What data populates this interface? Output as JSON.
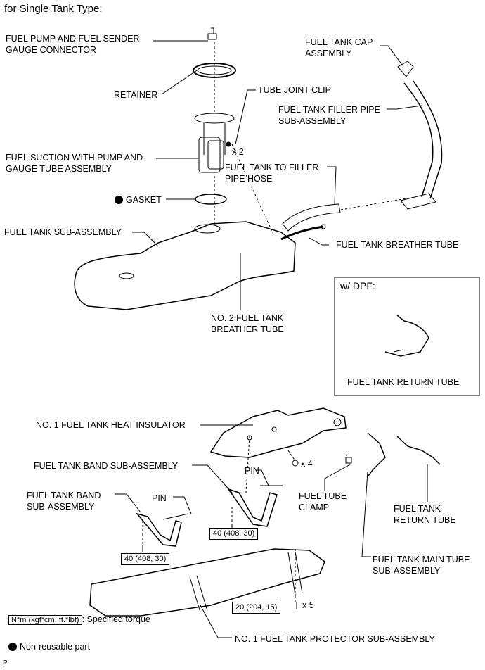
{
  "title": "for Single Tank Type:",
  "labels": {
    "pump_connector": "FUEL PUMP AND FUEL SENDER\nGAUGE CONNECTOR",
    "retainer": "RETAINER",
    "tube_joint_clip": "TUBE JOINT CLIP",
    "x2": "x 2",
    "fuel_suction": "FUEL SUCTION WITH PUMP AND\nGAUGE TUBE ASSEMBLY",
    "gasket": "GASKET",
    "fuel_tank_cap": "FUEL TANK CAP\nASSEMBLY",
    "filler_pipe": "FUEL TANK FILLER PIPE\nSUB-ASSEMBLY",
    "filler_hose": "FUEL TANK TO FILLER\nPIPE HOSE",
    "tank_sub": "FUEL TANK SUB-ASSEMBLY",
    "breather_tube": "FUEL TANK BREATHER TUBE",
    "no2_breather": "NO. 2 FUEL TANK\nBREATHER TUBE",
    "heat_insulator": "NO. 1 FUEL TANK HEAT INSULATOR",
    "x4": "x 4",
    "band_sub_1": "FUEL TANK BAND SUB-ASSEMBLY",
    "pin_1": "PIN",
    "band_sub_2": "FUEL TANK BAND\nSUB-ASSEMBLY",
    "pin_2": "PIN",
    "fuel_tube_clamp": "FUEL TUBE\nCLAMP",
    "return_tube": "FUEL TANK\nRETURN TUBE",
    "main_tube": "FUEL TANK MAIN TUBE\nSUB-ASSEMBLY",
    "x5": "x 5",
    "protector": "NO. 1 FUEL TANK PROTECTOR SUB-ASSEMBLY"
  },
  "dpf_box": {
    "title": "w/ DPF:",
    "label": "FUEL TANK RETURN TUBE"
  },
  "torques": {
    "t1": "40 (408, 30)",
    "t2": "40 (408, 30)",
    "t3": "20 (204, 15)"
  },
  "legend": {
    "torque_unit": "N*m (kgf*cm, ft.*lbf)",
    "torque_text": ": Specified torque",
    "nonreusable": "Non-reusable part"
  },
  "footer_code": "P"
}
